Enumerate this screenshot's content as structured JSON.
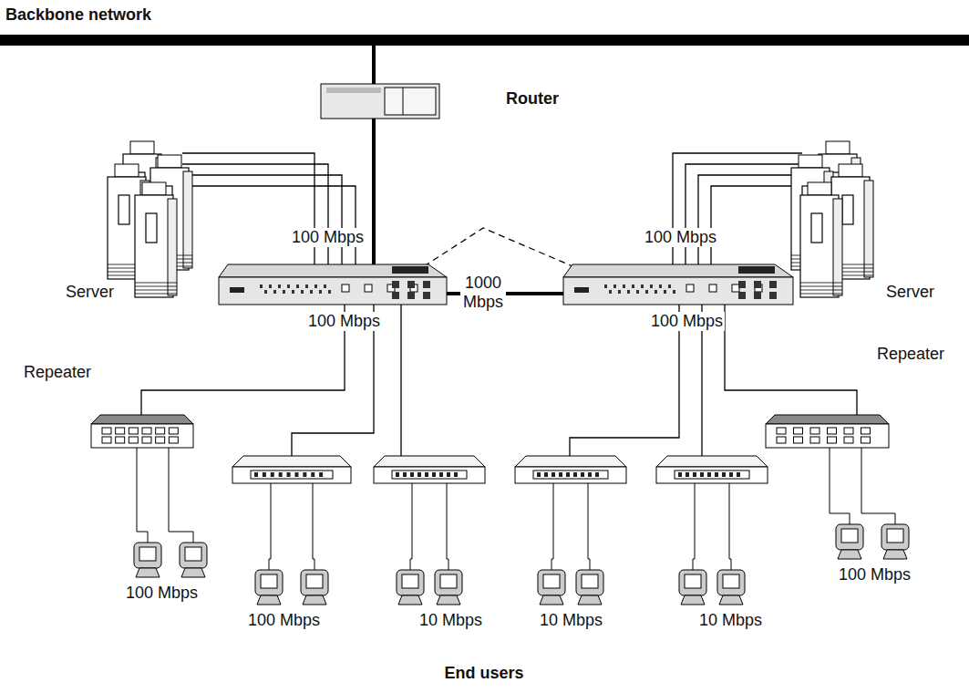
{
  "diagram": {
    "labels": [
      "Backbone network",
      "Router",
      "100 Mbps",
      "Server",
      "1000 Mbps",
      "100 Mbps",
      "Server",
      "100 Mbps",
      "100 Mbps",
      "Repeater",
      "Repeater",
      "100 Mbps",
      "100 Mbps",
      "10 Mbps",
      "10 Mbps",
      "10 Mbps",
      "100 Mbps",
      "End users"
    ]
  }
}
